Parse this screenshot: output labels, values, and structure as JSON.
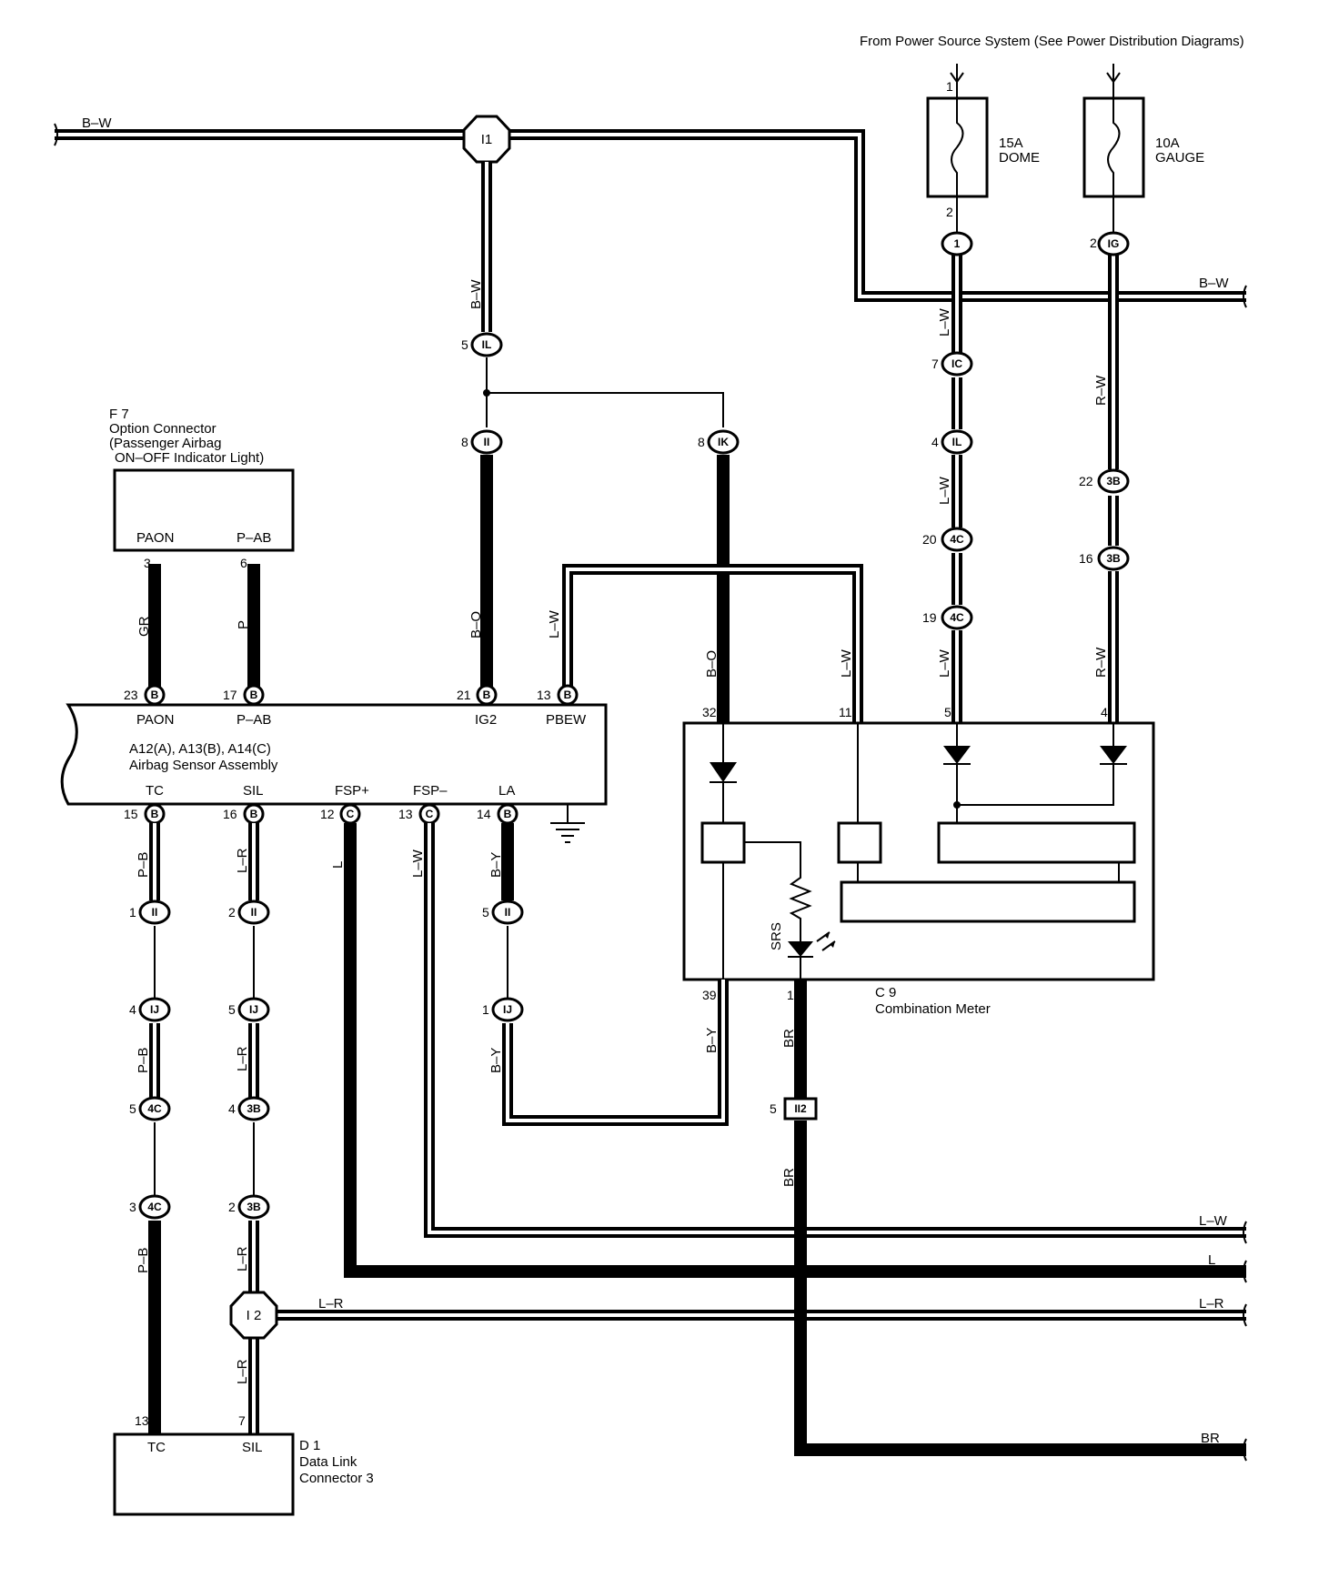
{
  "power_source_note": "From Power Source System (See Power Distribution Diagrams)",
  "fuses": [
    {
      "name": "15A DOME",
      "rating": "15A",
      "label": "DOME",
      "pin_in": "1",
      "pin_out": "2"
    },
    {
      "name": "10A GAUGE",
      "rating": "10A",
      "label": "GAUGE",
      "pin_in": "",
      "pin_out": ""
    }
  ],
  "junctions": {
    "i1": "I1",
    "i2": "I 2"
  },
  "option_connector": {
    "id": "F 7",
    "name_line1": "Option Connector",
    "name_line2": "(Passenger Airbag",
    "name_line3": "ON–OFF Indicator Light)",
    "pins": [
      {
        "name": "PAON",
        "num": "3"
      },
      {
        "name": "P–AB",
        "num": "6"
      }
    ]
  },
  "airbag": {
    "id_line": "A12(A), A13(B), A14(C)",
    "name": "Airbag Sensor Assembly",
    "top_pins": [
      {
        "name": "PAON",
        "num": "23",
        "conn": "B"
      },
      {
        "name": "P–AB",
        "num": "17",
        "conn": "B"
      },
      {
        "name": "IG2",
        "num": "21",
        "conn": "B"
      },
      {
        "name": "PBEW",
        "num": "13",
        "conn": "B"
      }
    ],
    "bottom_pins": [
      {
        "name": "TC",
        "num": "15",
        "conn": "B"
      },
      {
        "name": "SIL",
        "num": "16",
        "conn": "B"
      },
      {
        "name": "FSP+",
        "num": "12",
        "conn": "C"
      },
      {
        "name": "FSP–",
        "num": "13",
        "conn": "C"
      },
      {
        "name": "LA",
        "num": "14",
        "conn": "B"
      }
    ]
  },
  "meter": {
    "id": "C 9",
    "name": "Combination Meter",
    "pins": [
      "32",
      "11",
      "5",
      "4",
      "39",
      "1"
    ],
    "srs": "SRS"
  },
  "dlc": {
    "id": "D 1",
    "name_line1": "Data Link",
    "name_line2": "Connector 3",
    "pins": [
      {
        "name": "TC",
        "num": "13"
      },
      {
        "name": "SIL",
        "num": "7"
      }
    ]
  },
  "connectors": {
    "c_1": {
      "pin": "",
      "code": "1"
    },
    "c_IG": {
      "pin": "2",
      "code": "IG"
    },
    "c_IL5": {
      "pin": "5",
      "code": "IL"
    },
    "c_II8": {
      "pin": "8",
      "code": "II"
    },
    "c_IK8": {
      "pin": "8",
      "code": "IK"
    },
    "c_IC7": {
      "pin": "7",
      "code": "IC"
    },
    "c_IL4": {
      "pin": "4",
      "code": "IL"
    },
    "c_4C20": {
      "pin": "20",
      "code": "4C"
    },
    "c_4C19": {
      "pin": "19",
      "code": "4C"
    },
    "c_3B22": {
      "pin": "22",
      "code": "3B"
    },
    "c_3B16": {
      "pin": "16",
      "code": "3B"
    },
    "c_II1": {
      "pin": "1",
      "code": "II"
    },
    "c_II2": {
      "pin": "2",
      "code": "II"
    },
    "c_II5": {
      "pin": "5",
      "code": "II"
    },
    "c_IJ4": {
      "pin": "4",
      "code": "IJ"
    },
    "c_IJ5": {
      "pin": "5",
      "code": "IJ"
    },
    "c_IJ1": {
      "pin": "1",
      "code": "IJ"
    },
    "c_4C5": {
      "pin": "5",
      "code": "4C"
    },
    "c_3B4": {
      "pin": "4",
      "code": "3B"
    },
    "c_4C3": {
      "pin": "3",
      "code": "4C"
    },
    "c_3B2": {
      "pin": "2",
      "code": "3B"
    },
    "c_II2b": {
      "pin": "5",
      "code": "II2"
    }
  },
  "wire_colors": {
    "bw_left": "B–W",
    "bw_right": "B–W",
    "bw_vert": "B–W",
    "lw_1": "L–W",
    "lw_2": "L–W",
    "lw_3": "L–W",
    "rw_1": "R–W",
    "rw_2": "R–W",
    "gr": "GR",
    "p": "P",
    "bo_1": "B–O",
    "bo_2": "B–O",
    "lw_pbew": "L–W",
    "lw_11": "L–W",
    "pb_1": "P–B",
    "pb_2": "P–B",
    "pb_3": "P–B",
    "lr_1": "L–R",
    "lr_2": "L–R",
    "lr_3": "L–R",
    "lr_4": "L–R",
    "l": "L",
    "lw_fsp": "L–W",
    "by_1": "B–Y",
    "by_2": "B–Y",
    "by_3": "B–Y",
    "br_1": "BR",
    "br_2": "BR",
    "out_lw": "L–W",
    "out_l": "L",
    "out_lr": "L–R",
    "out_br": "BR",
    "i2_lr": "L–R"
  }
}
